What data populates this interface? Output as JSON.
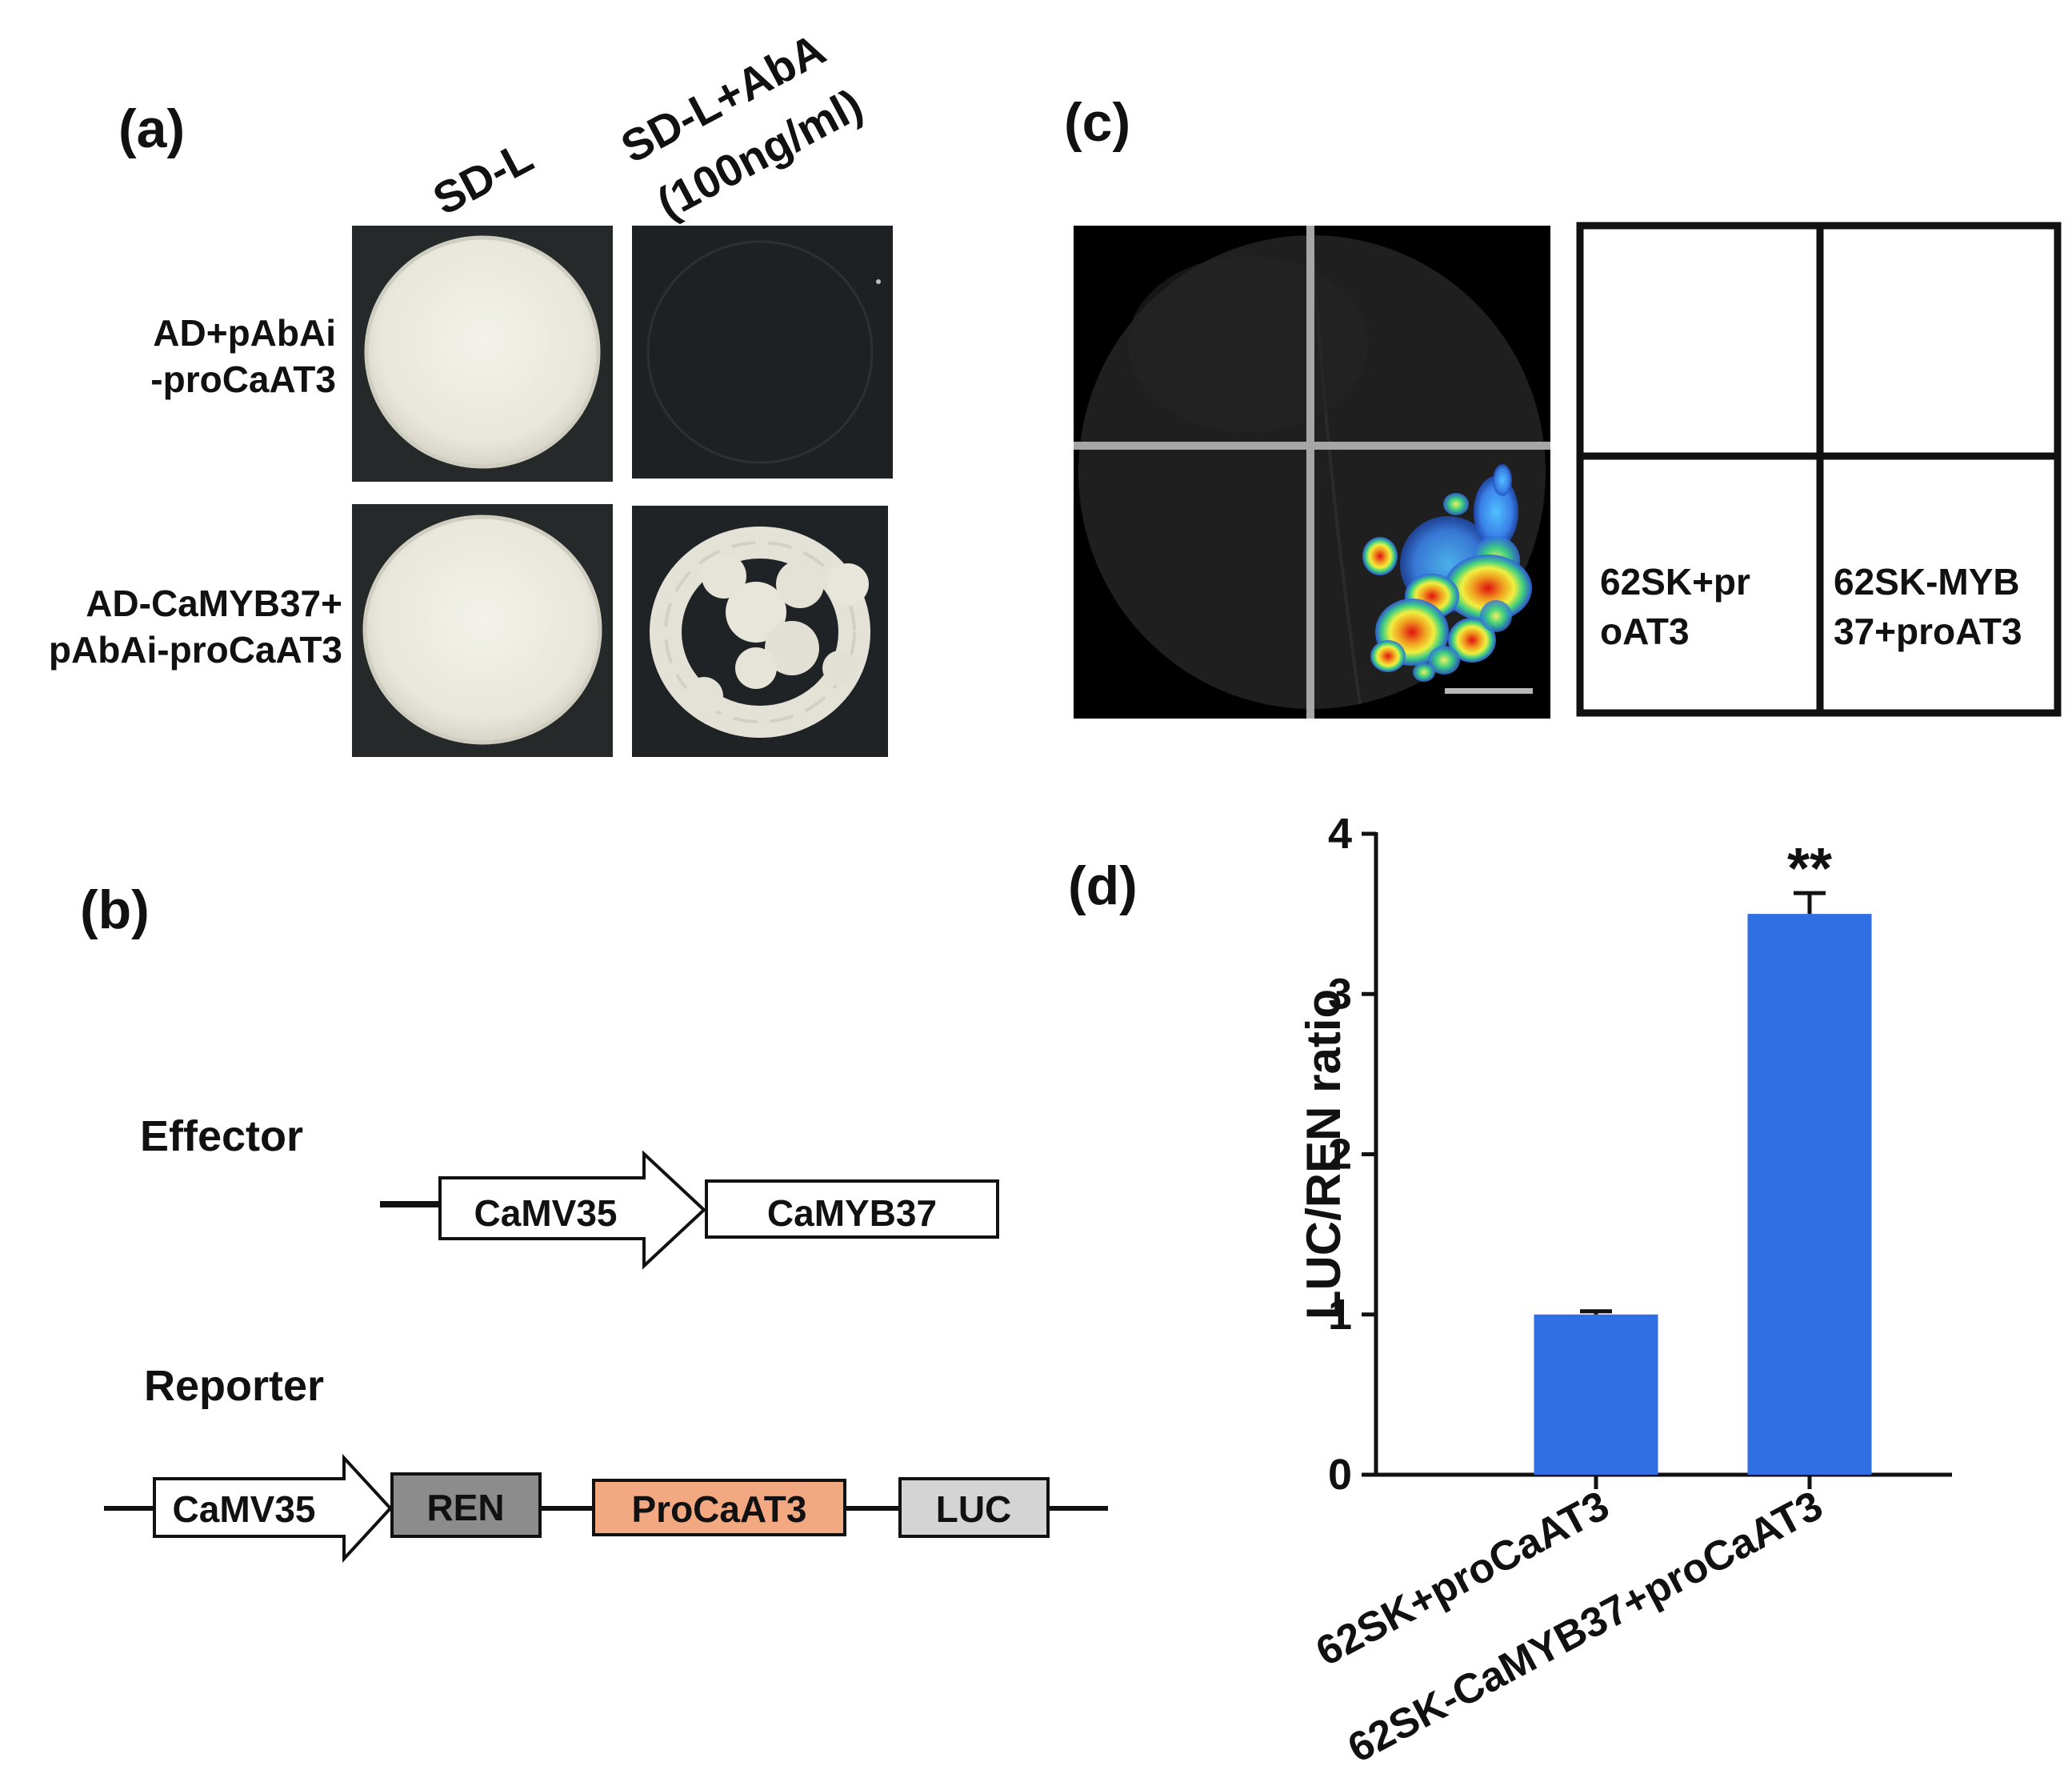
{
  "panel_a": {
    "label": "(a)",
    "col_headers": [
      "SD-L",
      "SD-L+AbA",
      "(100ng/ml)"
    ],
    "row1_label": [
      "AD+pAbAi",
      "-proCaAT3"
    ],
    "row2_label": [
      "AD-CaMYB37+",
      "pAbAi-proCaAT3"
    ]
  },
  "panel_b": {
    "label": "(b)",
    "effector_title": "Effector",
    "reporter_title": "Reporter",
    "effector_promoter": "CaMV35",
    "effector_gene": "CaMYB37",
    "reporter_promoter": "CaMV35",
    "reporter_ren": "REN",
    "reporter_target": "ProCaAT3",
    "reporter_luc": "LUC",
    "colors": {
      "ren": "#8c8c8c",
      "target": "#f2a982",
      "luc": "#d4d4d4"
    }
  },
  "panel_c": {
    "label": "(c)",
    "key_cells": [
      "",
      "",
      [
        "62SK+pr",
        "oAT3"
      ],
      [
        "62SK-MYB",
        "37+proAT3"
      ]
    ]
  },
  "panel_d": {
    "label": "(d)",
    "bar_color": "#2f6fe3"
  },
  "chart_data": {
    "type": "bar",
    "categories": [
      "62SK+proCaAT3",
      "62SK-CaMYB37+proCaAT3"
    ],
    "values": [
      1.0,
      3.5
    ],
    "errors": [
      0.02,
      0.13
    ],
    "significance": [
      "",
      "**"
    ],
    "ylabel": "LUC/REN ratio",
    "ylim": [
      0,
      4
    ],
    "yticks": [
      "0",
      "1",
      "2",
      "3",
      "4"
    ],
    "grid": false
  }
}
